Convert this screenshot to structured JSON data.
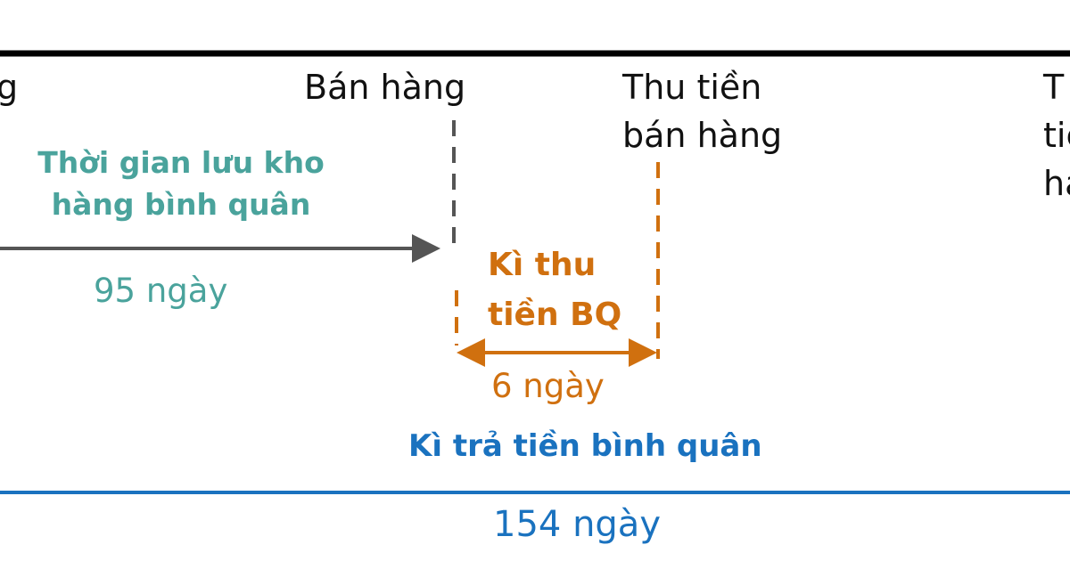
{
  "events": {
    "left_partial": "g",
    "sale": "Bán hàng",
    "collect": [
      "Thu tiền",
      "bán hàng"
    ],
    "right_partial": [
      "T",
      "tiề",
      "ha"
    ]
  },
  "inventory_period": {
    "label": [
      "Thời gian lưu kho",
      "hàng bình quân"
    ],
    "value": "95 ngày"
  },
  "collection_period": {
    "label": [
      "Kì thu",
      "tiền BQ"
    ],
    "value": "6 ngày"
  },
  "payment_period": {
    "label": "Kì trả tiền bình quân",
    "value": "154 ngày"
  },
  "colors": {
    "teal": "#4aa39c",
    "orange": "#d0700f",
    "blue": "#1a72bf",
    "gray": "#555555"
  }
}
